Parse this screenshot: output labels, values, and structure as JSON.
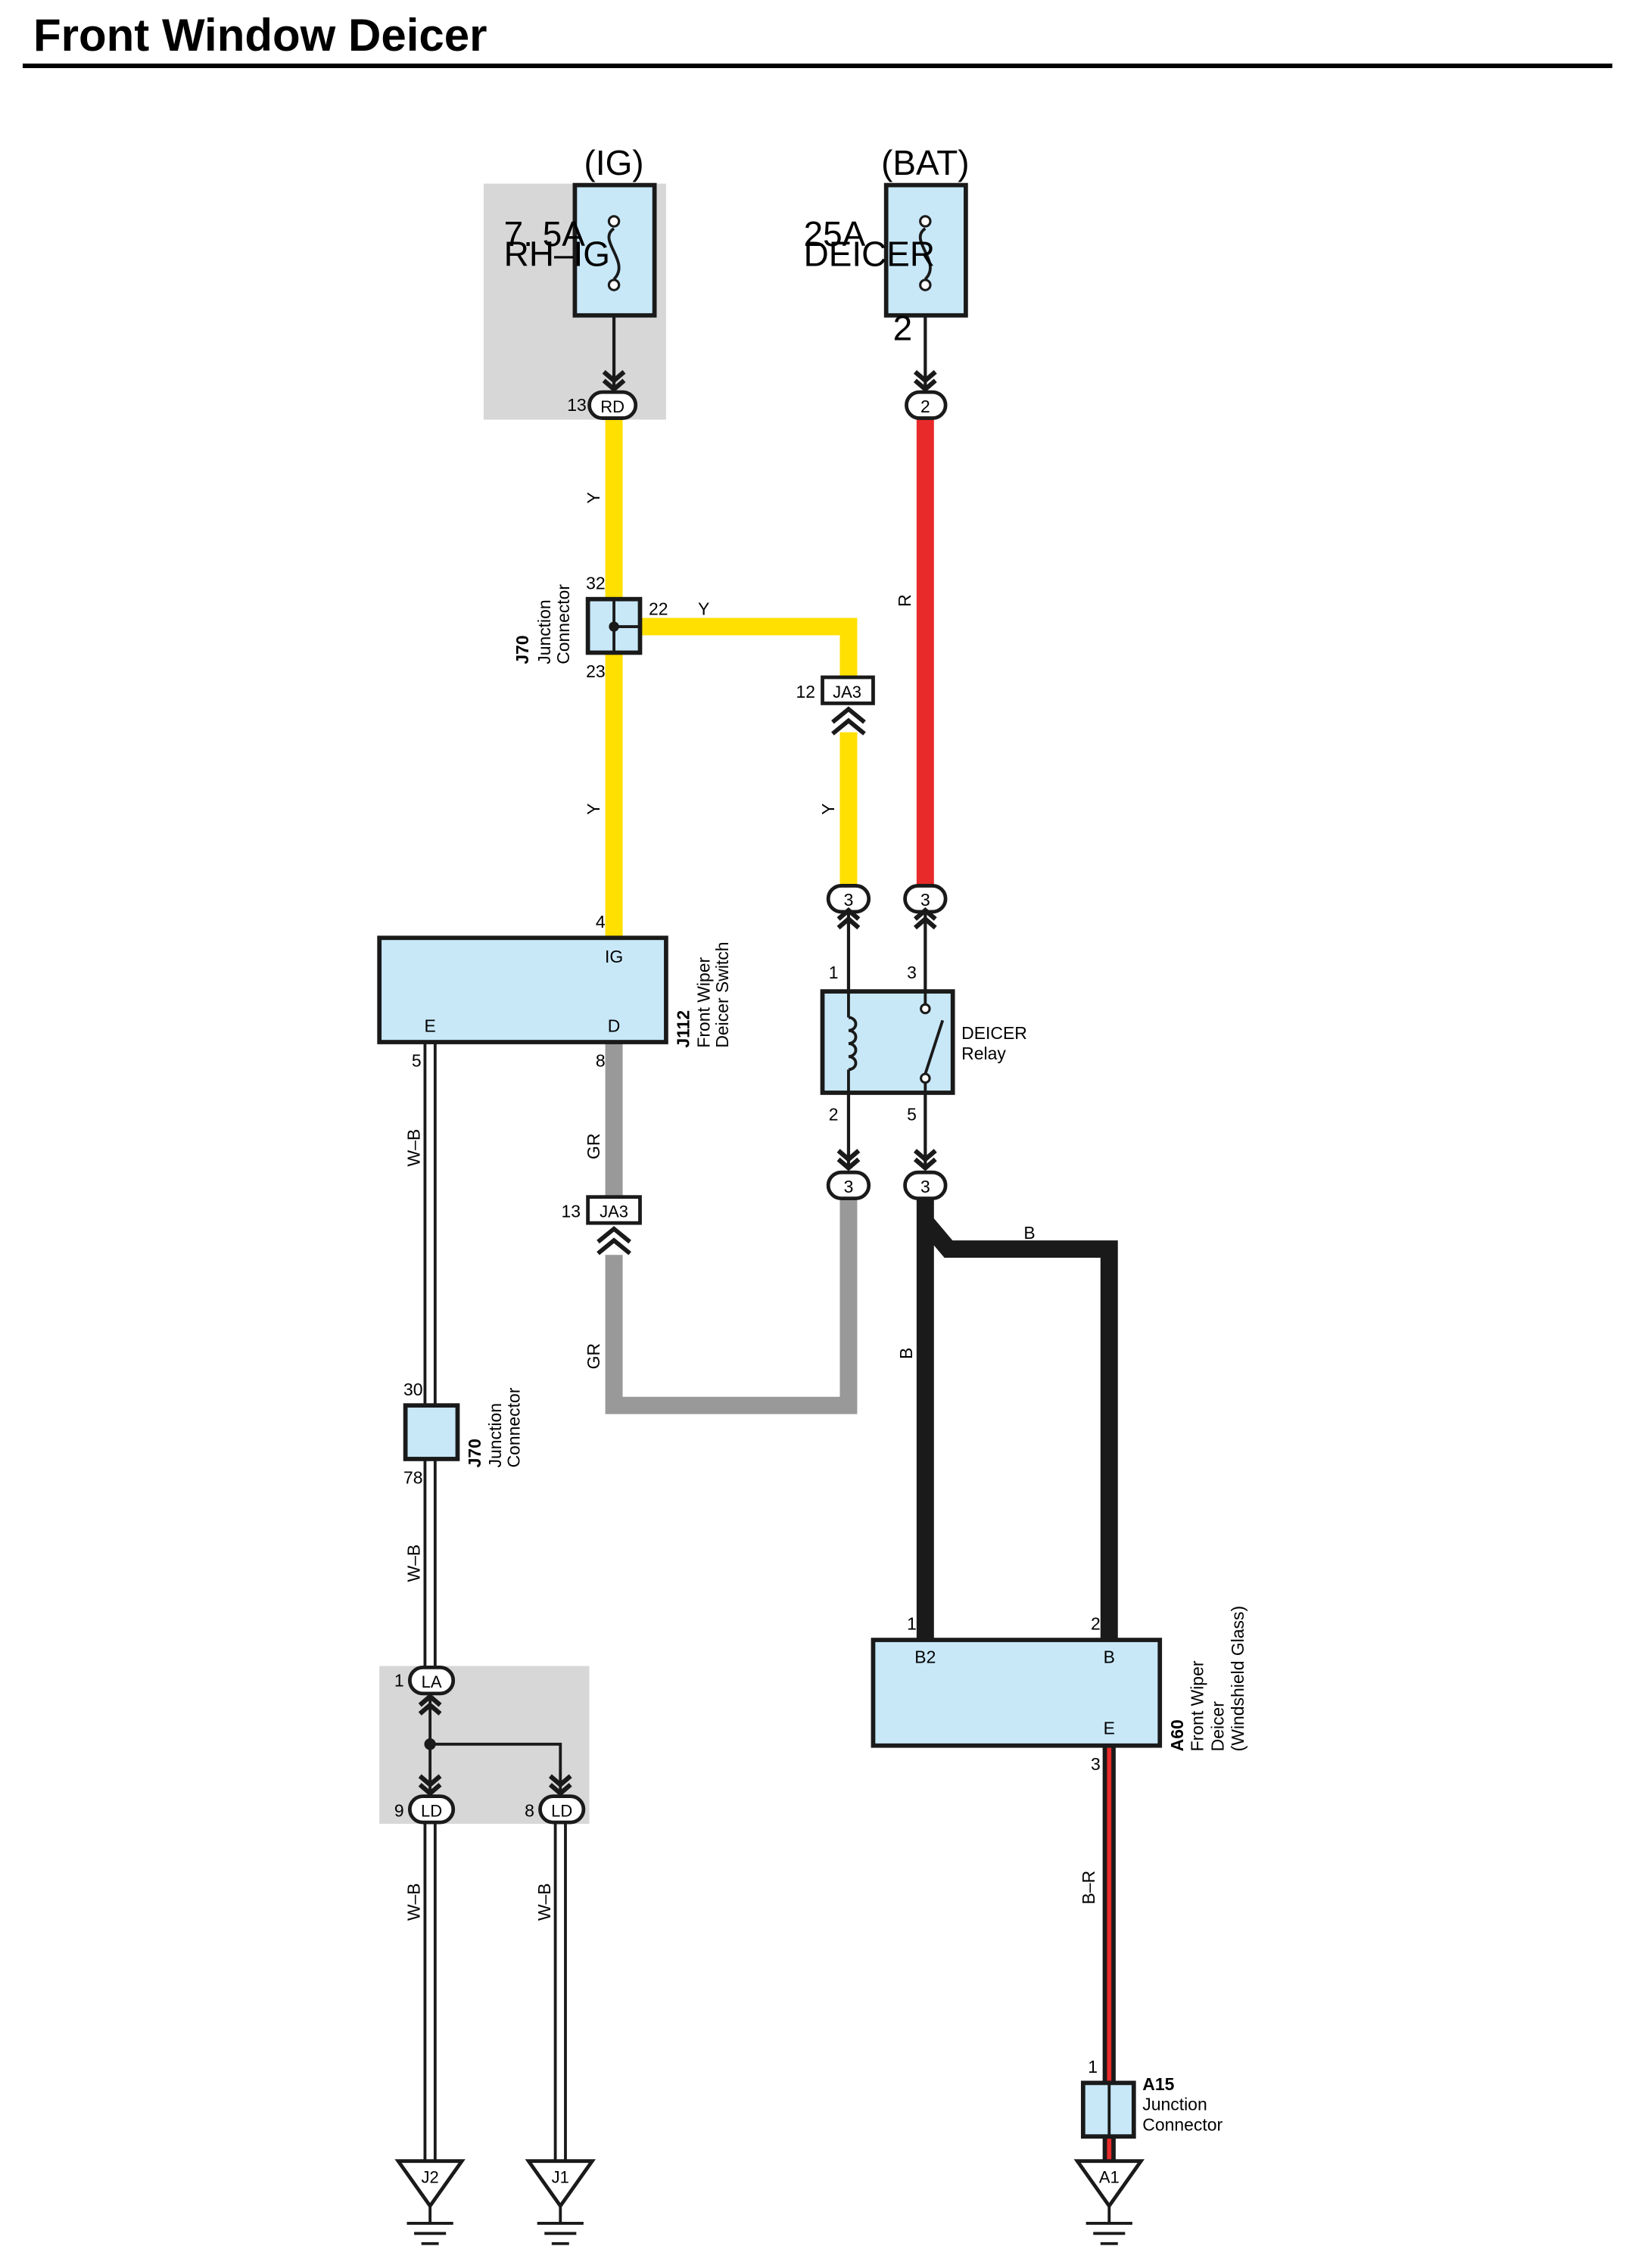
{
  "title": "Front Window Deicer",
  "colors": {
    "yellow": "#FFE000",
    "red": "#E82A2A",
    "gray": "#999999",
    "black": "#1A1A1A",
    "component_fill": "#C8E8F8",
    "shade": "#D7D7D8"
  },
  "fuses": [
    {
      "supply": "(IG)",
      "rating": "7. 5A",
      "name": "RH–IG"
    },
    {
      "supply": "(BAT)",
      "rating": "25A",
      "name": "DEICER",
      "pin": "2"
    }
  ],
  "connectors": {
    "rd": {
      "pin": "13",
      "code": "RD"
    },
    "fuse_out": {
      "pin": "2"
    },
    "ja3_top": {
      "pin": "12",
      "code": "JA3"
    },
    "ja3_mid": {
      "pin": "13",
      "code": "JA3"
    },
    "la": {
      "pin": "1",
      "code": "LA"
    },
    "ld_left": {
      "pin": "9",
      "code": "LD"
    },
    "ld_right": {
      "pin": "8",
      "code": "LD"
    },
    "relay_in_pin": "3"
  },
  "j70_upper": {
    "code": "J70",
    "line1": "Junction",
    "line2": "Connector",
    "pins": [
      "32",
      "22",
      "23"
    ]
  },
  "j70_lower": {
    "code": "J70",
    "line1": "Junction",
    "line2": "Connector",
    "pins": [
      "30",
      "78"
    ]
  },
  "switch": {
    "code": "J112",
    "line1": "Front Wiper",
    "line2": "Deicer Switch",
    "terminals": {
      "ig": "IG",
      "e": "E",
      "d": "D"
    },
    "pins": [
      "4",
      "5",
      "8"
    ]
  },
  "relay": {
    "line1": "DEICER",
    "line2": "Relay",
    "pins": [
      "1",
      "3",
      "2",
      "5"
    ]
  },
  "deicer": {
    "code": "A60",
    "line1": "Front Wiper",
    "line2": "Deicer",
    "line3": "(Windshield Glass)",
    "terminals": {
      "b2": "B2",
      "b": "B",
      "e": "E"
    },
    "pins": [
      "1",
      "2",
      "3"
    ]
  },
  "a15": {
    "code": "A15",
    "line1": "Junction",
    "line2": "Connector",
    "pin": "1"
  },
  "grounds": [
    "J2",
    "J1",
    "A1"
  ],
  "wire_colors": {
    "y": "Y",
    "r": "R",
    "gr": "GR",
    "wb": "W–B",
    "b": "B",
    "br": "B–R"
  }
}
